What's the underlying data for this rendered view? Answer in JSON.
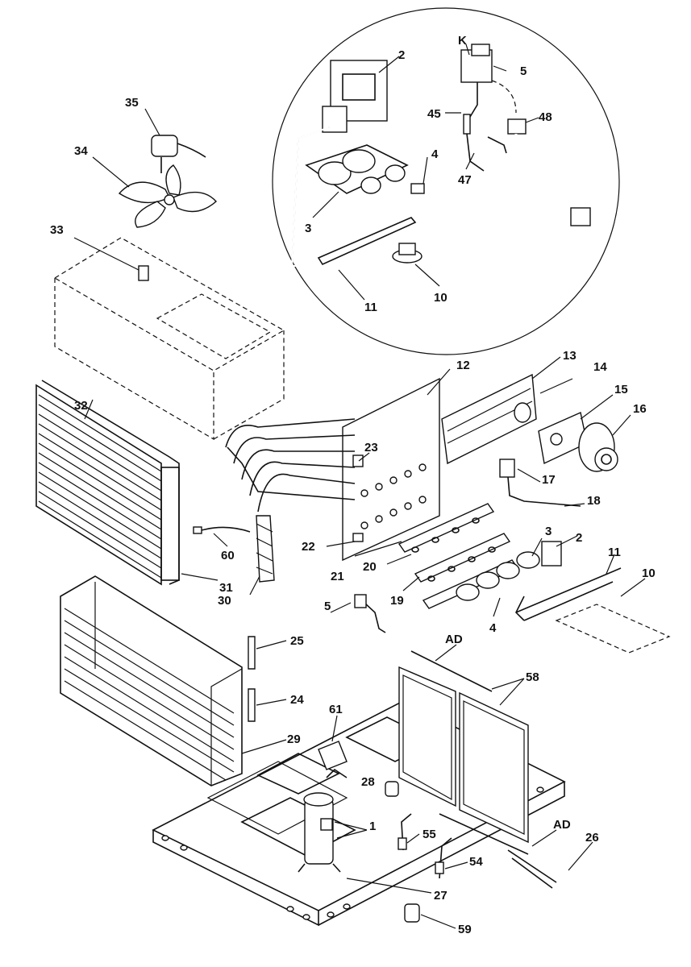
{
  "diagram": {
    "labels": {
      "p2_top": "2",
      "p5_top": "5",
      "k": "K",
      "p45": "45",
      "p48": "48",
      "p4_top": "4",
      "p47": "47",
      "p3_top": "3",
      "p10_top": "10",
      "p11_top": "11",
      "p35": "35",
      "p34": "34",
      "p33": "33",
      "p32": "32",
      "p12": "12",
      "p13": "13",
      "p14": "14",
      "p15": "15",
      "p16": "16",
      "p17": "17",
      "p18": "18",
      "p23": "23",
      "p60": "60",
      "p22": "22",
      "p21": "21",
      "p20": "20",
      "p19": "19",
      "p3_mid": "3",
      "p2_mid": "2",
      "p11_mid": "11",
      "p10_mid": "10",
      "p31": "31",
      "p30": "30",
      "p5_mid": "5",
      "p4_mid": "4",
      "p25": "25",
      "p24": "24",
      "ad_top": "AD",
      "p58": "58",
      "p61": "61",
      "p29": "29",
      "p28": "28",
      "p1": "1",
      "p55": "55",
      "ad_bottom": "AD",
      "p26": "26",
      "p54": "54",
      "p27": "27",
      "p59": "59"
    }
  }
}
